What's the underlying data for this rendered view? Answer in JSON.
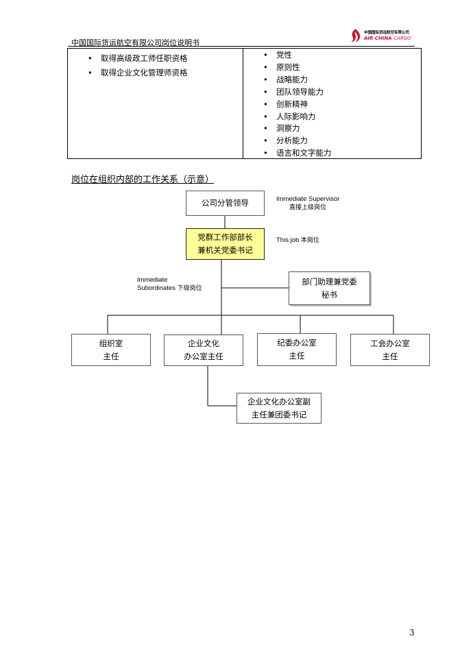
{
  "header": {
    "doc_title": "中国国际货运航空有限公司岗位说明书",
    "logo": {
      "name_cn": "中国国际货运航空有限公司",
      "name_en_main": "AIR CHINA",
      "name_en_cargo": "CARGO",
      "brand_color": "#c8102e",
      "icon": "phoenix-logo-icon"
    }
  },
  "requirements_table": {
    "left_items": [
      "取得高级政工师任职资格",
      "取得企业文化管理师资格"
    ],
    "right_items": [
      "党性",
      "原则性",
      "战略能力",
      "团队领导能力",
      "创新精神",
      "人际影响力",
      "洞察力",
      "分析能力",
      "语言和文字能力"
    ]
  },
  "org_section": {
    "heading": "岗位在组织内部的工作关系（示意）",
    "supervisor_label_en": "Immediate Supervisor",
    "supervisor_label_cn": "直接上级岗位",
    "this_job_label_en": "This job",
    "this_job_label_cn": "本岗位",
    "subordinates_label_en_1": "Immediate",
    "subordinates_label_en_2": "Subordinates",
    "subordinates_label_cn": "下级岗位",
    "highlight_color": "#ffff99",
    "boxes": {
      "supervisor": [
        "公司分管领导"
      ],
      "current": [
        "党群工作部部长",
        "兼机关党委书记"
      ],
      "assistant": [
        "部门助理兼党委",
        "秘书"
      ],
      "sub1": [
        "组织室",
        "主任"
      ],
      "sub2": [
        "企业文化",
        "办公室主任"
      ],
      "sub3": [
        "纪委办公室",
        "主任"
      ],
      "sub4": [
        "工会办公室",
        "主任"
      ],
      "sub5": [
        "企业文化办公室副",
        "主任兼团委书记"
      ]
    }
  },
  "footer": {
    "page_number": "3"
  }
}
